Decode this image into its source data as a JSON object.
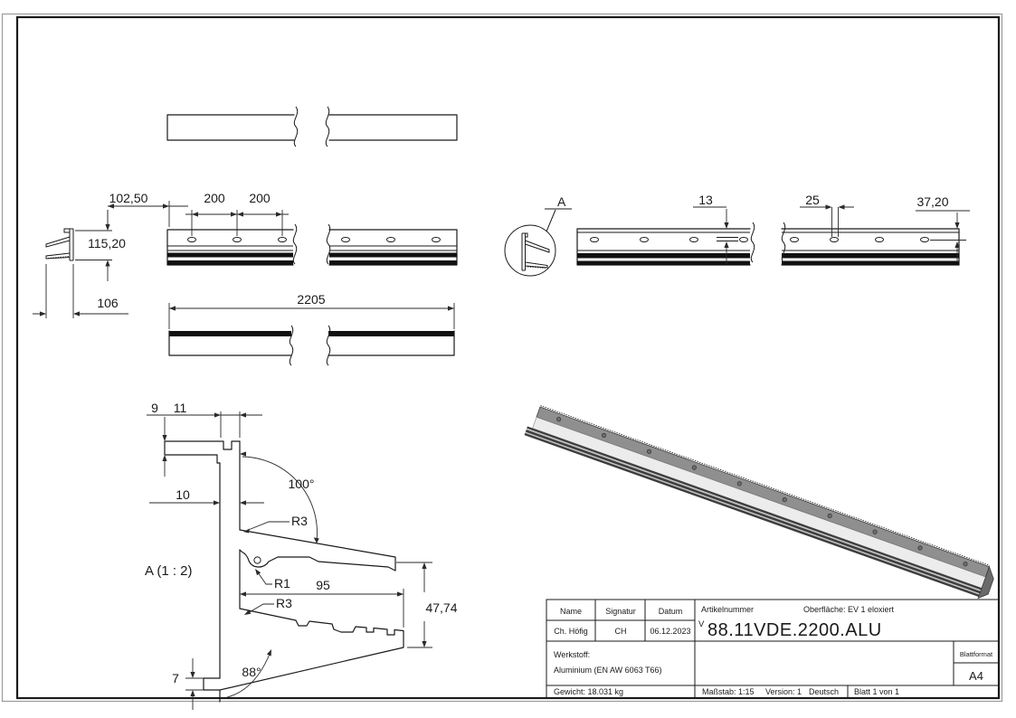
{
  "dims": {
    "w102_50": "102,50",
    "w200a": "200",
    "w200b": "200",
    "h115_20": "115,20",
    "w106": "106",
    "len2205": "2205",
    "d13": "13",
    "d25": "25",
    "d37_20": "37,20",
    "d9": "9",
    "d11": "11",
    "d10": "10",
    "a100": "100°",
    "r3_top": "R3",
    "r1": "R1",
    "w95": "95",
    "r3_bottom": "R3",
    "h47_74": "47,74",
    "d7": "7",
    "a88": "88°"
  },
  "labels": {
    "detail_letter": "A",
    "detail_scale": "A (1 : 2)"
  },
  "title_block": {
    "headers": {
      "name": "Name",
      "signature": "Signatur",
      "date": "Datum",
      "article": "Artikelnummer",
      "surface": "Oberfläche:  EV 1 eloxiert",
      "sheet_format": "Blattformat"
    },
    "values": {
      "name": "Ch. Höfig",
      "signature": "CH",
      "date": "06.12.2023",
      "article_prefix": "V",
      "article_number": "88.11VDE.2200.ALU",
      "sheet_format": "A4"
    },
    "material_label": "Werkstoff:",
    "material": "Aluminium (EN AW 6063 T66)",
    "weight": "Gewicht: 18.031 kg",
    "scale": "Maßstab: 1:15",
    "version": "Version: 1",
    "language": "Deutsch",
    "page": "Blatt 1 von 1"
  },
  "render3d": {
    "top_color": "#8f8f8f",
    "face_color": "#ececec",
    "dark_color": "#3d3d3d",
    "mid_color": "#c2c2c2",
    "screw_color": "#6f6f6f"
  }
}
